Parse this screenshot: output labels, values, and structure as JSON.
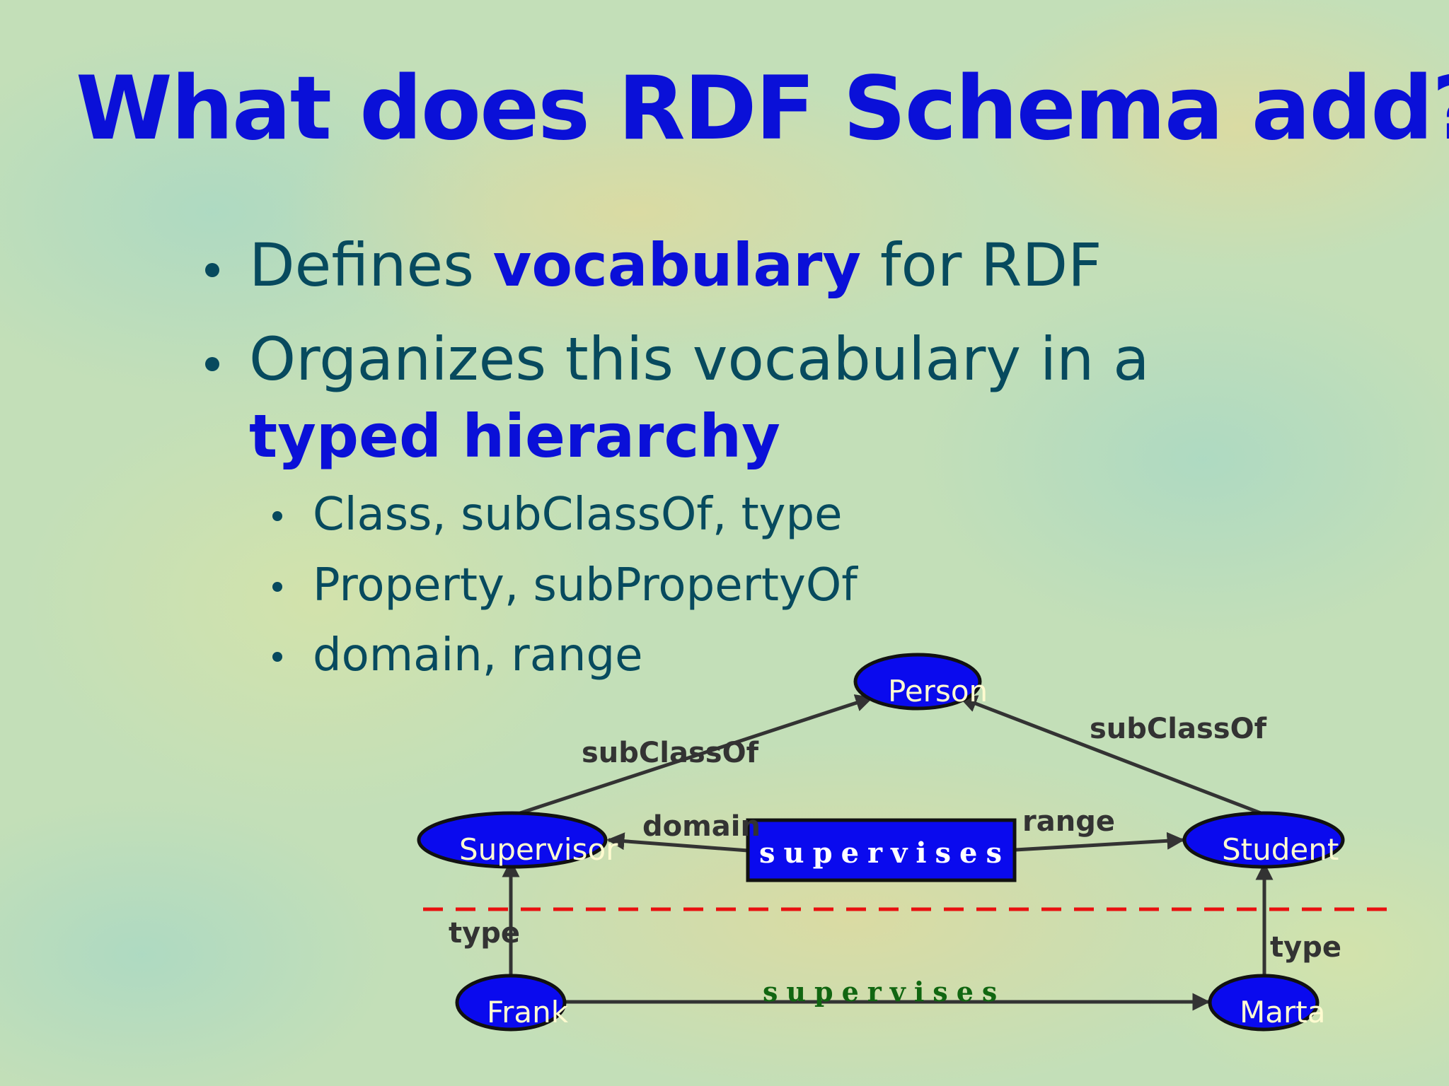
{
  "title": "What does RDF Schema add?",
  "bullets": [
    {
      "pre": "Defines ",
      "em": "vocabulary",
      "post": " for RDF"
    },
    {
      "line1": "Organizes this vocabulary in a",
      "em": "typed hierarchy"
    }
  ],
  "sub_bullets": [
    "Class, subClassOf, type",
    "Property, subPropertyOf",
    "domain, range"
  ],
  "diagram": {
    "nodes": {
      "person": "Person",
      "supervisor": "Supervisor",
      "student": "Student",
      "frank": "Frank",
      "marta": "Marta"
    },
    "property_box": "supervises",
    "instance_property": "supervises",
    "edge_labels": {
      "subclass_left": "subClassOf",
      "subclass_right": "subClassOf",
      "domain": "domain",
      "range": "range",
      "type_left": "type",
      "type_right": "type"
    },
    "colors": {
      "node_fill": "#0a0aee",
      "node_text": "#fffbd0",
      "separator": "#e81010",
      "arrow": "#333333",
      "instance_label": "#116611"
    }
  }
}
